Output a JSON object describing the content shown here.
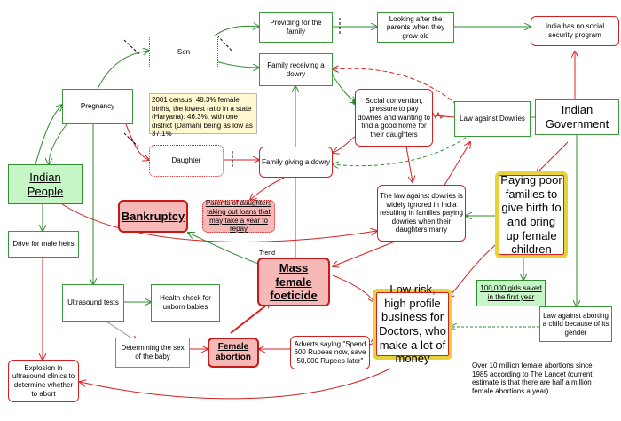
{
  "nodes": {
    "providing": "Providing for the family",
    "looking_after": "Looking after the parents when they grow old",
    "no_social_security": "India has no social security program",
    "son": "Son",
    "family_receiving": "Family receiving a dowry",
    "pregnancy": "Pregnancy",
    "census": "2001 census: 48.3% female births, the lowest ratio in a state (Haryana): 46.3%, with one district (Daman) being as low as 37.1%",
    "social_convention": "Social convention, pressure to pay dowries and wanting to find a good home for their daughters",
    "law_dowries": "Law against Dowries",
    "indian_government": "Indian Government",
    "indian_people": "Indian People",
    "daughter": "Daughter",
    "family_giving": "Family giving a dowry",
    "law_ignored": "The law against dowries is widely ignored in India resulting in families paying dowries when their daughters marry",
    "paying_poor": "Paying poor families to give birth to and bring up female children",
    "bankruptcy": "Bankruptcy",
    "parents_loans": "Parents of daughters taking out loans that may take a year to repay",
    "drive_heirs": "Drive for male heirs",
    "trend": "Trend",
    "mass_foeticide": "Mass female foeticide",
    "girls_saved": "100,000 girls saved in the first year",
    "ultrasound": "Ultrasound tests",
    "health_check": "Health check for unborn babies",
    "low_risk": "Low risk, high profile business for Doctors, who make a lot of money",
    "law_aborting": "Law against aborting a child because of its gender",
    "determining": "Determining the sex of the baby",
    "female_abortion": "Female abortion",
    "adverts": "Adverts saying \"Spend 600 Rupees now, save 50,000 Rupees later\"",
    "explosion": "Explosion in ultrasound clinics to determine whether to abort",
    "ten_million": "Over 10 million female abortions since 1985 according to The Lancet (current estimate is that there are half a million female abortions a year)"
  },
  "colors": {
    "green": "#2e8b2e",
    "red": "#d42020",
    "pink_fill": "#f7b8b8",
    "lime_fill": "#c6f5c6",
    "note_fill": "#fff8d0",
    "yellow_frame": "#e8d23a"
  }
}
